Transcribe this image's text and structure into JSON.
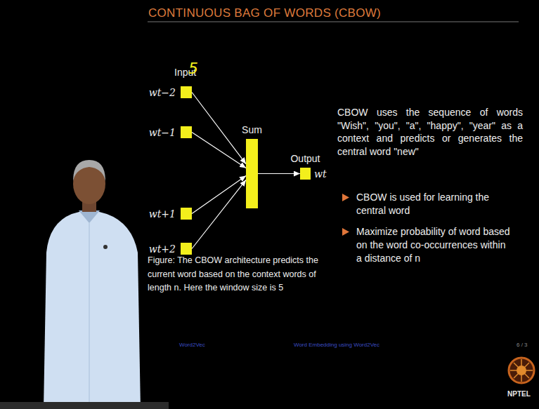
{
  "diagram": {
    "title": "CONTINUOUS BAG OF WORDS (CBOW)",
    "caption": "Figure: The CBOW architecture predicts the current word based on the context words of length n. Here the window size is 5",
    "nodes": [
      {
        "text": [
          "wt−2"
        ]
      },
      {
        "text": [
          "wt−1"
        ]
      },
      {
        "text": [
          "wt+1"
        ]
      },
      {
        "text": [
          "wt+2"
        ]
      },
      {
        "text": [
          "Sum"
        ]
      },
      {
        "text": [
          "Output",
          "wt"
        ]
      }
    ],
    "edges": [
      {
        "from": 0,
        "to": 4,
        "arrow": "to"
      },
      {
        "from": 1,
        "to": 4,
        "arrow": "to"
      },
      {
        "from": 2,
        "to": 4,
        "arrow": "to"
      },
      {
        "from": 3,
        "to": 4,
        "arrow": "to"
      },
      {
        "from": 4,
        "to": 5,
        "arrow": "to"
      }
    ],
    "labels": [
      "Input",
      "5",
      "CBOW uses the sequence of words \"Wish\", \"you\", \"a\", \"happy\", \"year\" as a context and predicts or generates the central word \"new\"",
      "CBOW is used for learning the central word",
      "Maximize probability of word based on the word co-occurrences within a distance of n",
      "Word2Vec",
      "Word Embedding using Word2Vec",
      "6 / 3",
      "NPTEL"
    ]
  }
}
